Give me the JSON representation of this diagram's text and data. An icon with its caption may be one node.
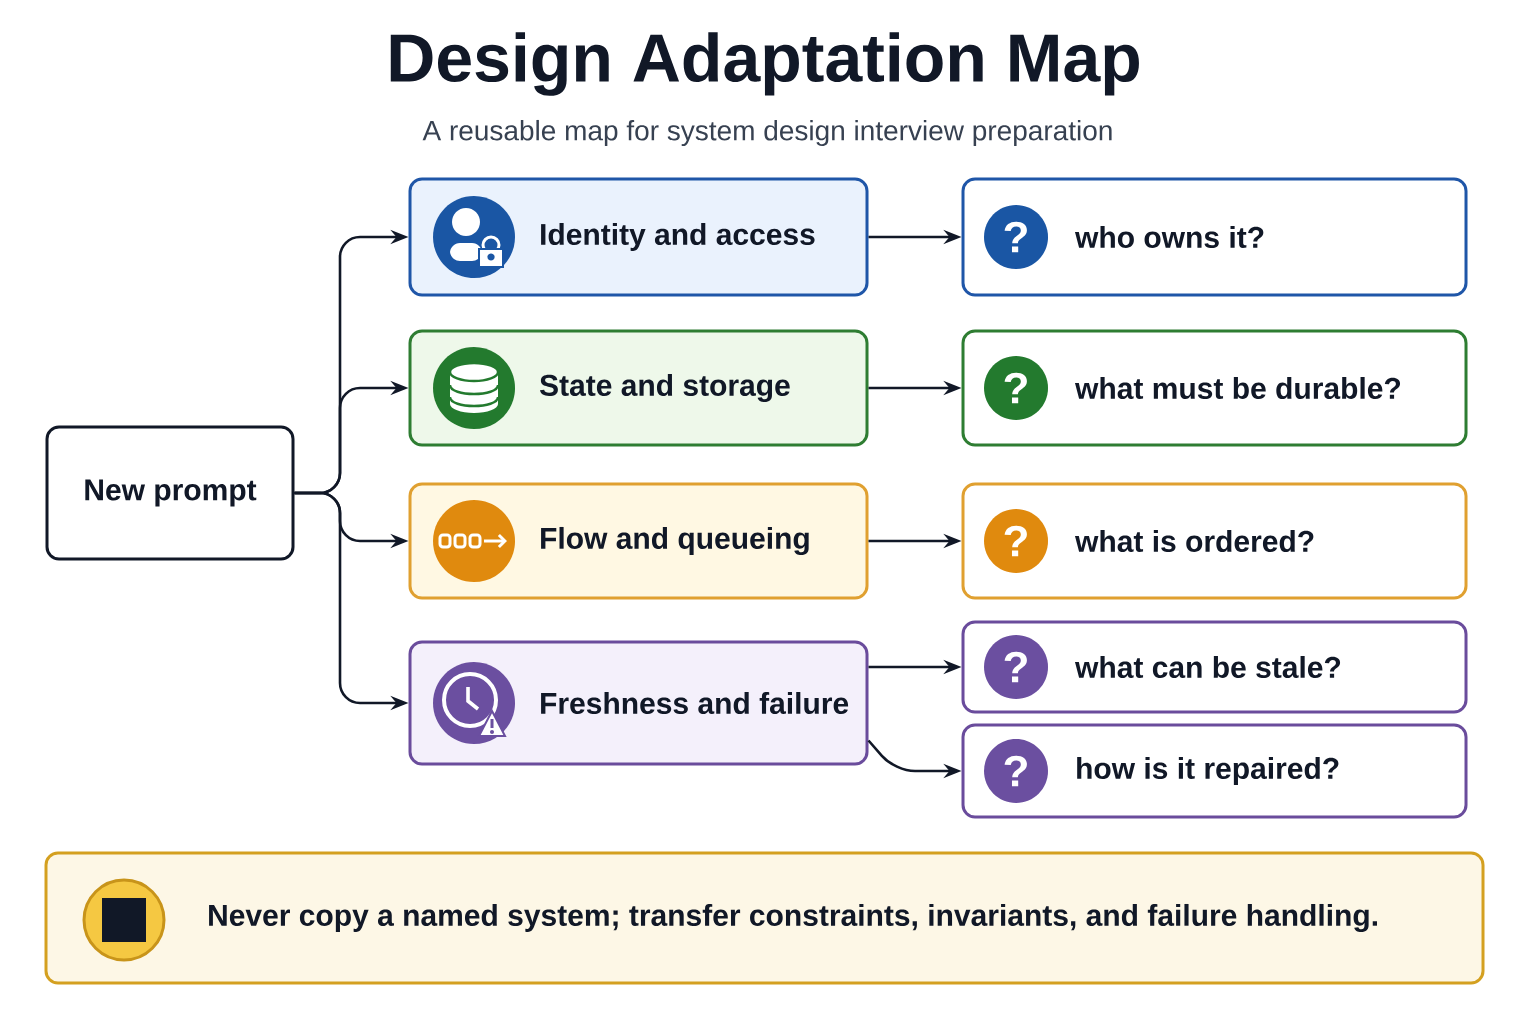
{
  "diagram": {
    "title": "Design Adaptation Map",
    "nodes": [
      {
        "text": [
          "New prompt"
        ]
      },
      {
        "text": [
          "Identity and access"
        ]
      },
      {
        "text": [
          "State and storage"
        ]
      },
      {
        "text": [
          "Flow and queueing"
        ]
      },
      {
        "text": [
          "Freshness and failure"
        ]
      },
      {
        "text": [
          "?",
          "who owns it?"
        ]
      },
      {
        "text": [
          "?",
          "what must be durable?"
        ]
      },
      {
        "text": [
          "?",
          "what is ordered?"
        ]
      },
      {
        "text": [
          "?",
          "what can be stale?"
        ]
      },
      {
        "text": [
          "?",
          "how is it repaired?"
        ]
      },
      {
        "text": [
          "Never copy a named system; transfer constraints, invariants, and failure handling."
        ]
      }
    ],
    "edges": [
      {
        "from": 0,
        "to": 1,
        "arrow": "to"
      },
      {
        "from": 0,
        "to": 2,
        "arrow": "to"
      },
      {
        "from": 0,
        "to": 3,
        "arrow": "to"
      },
      {
        "from": 0,
        "to": 4,
        "arrow": "to"
      },
      {
        "from": 1,
        "to": 5,
        "arrow": "to"
      },
      {
        "from": 2,
        "to": 6,
        "arrow": "to"
      },
      {
        "from": 3,
        "to": 7,
        "arrow": "to"
      },
      {
        "from": 4,
        "to": 8,
        "arrow": "to"
      },
      {
        "from": 4,
        "to": 9,
        "arrow": "to"
      }
    ],
    "labels": [
      "A reusable map for system design interview preparation"
    ]
  }
}
